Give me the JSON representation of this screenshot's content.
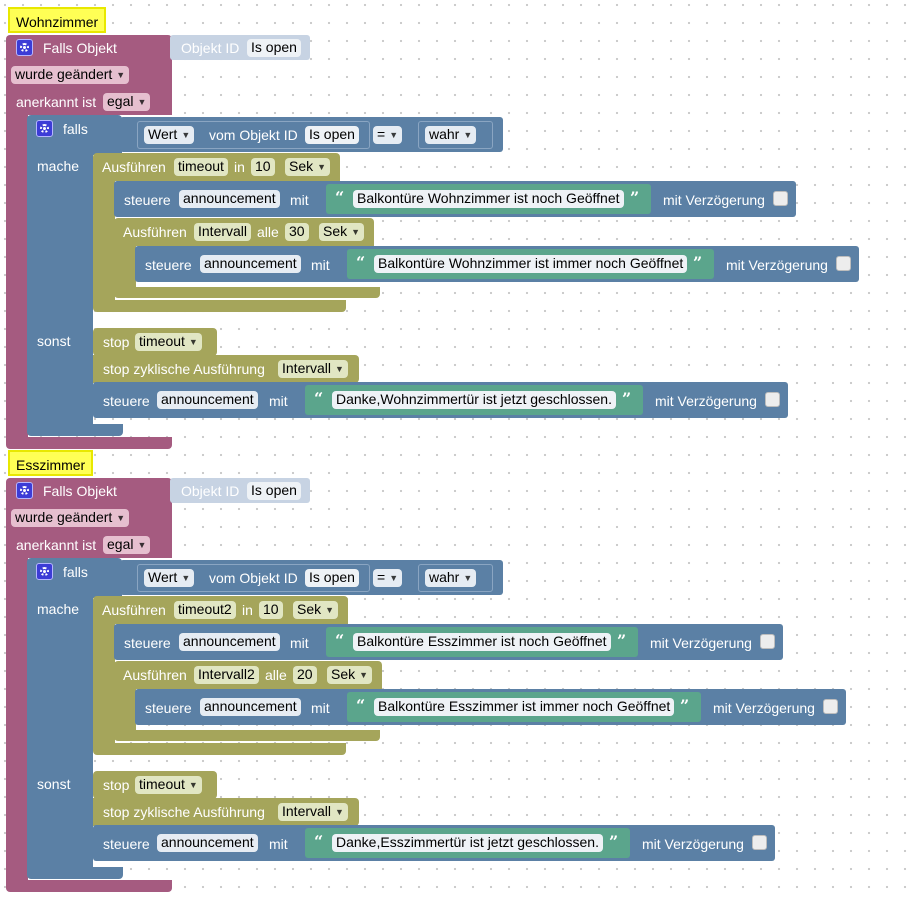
{
  "colors": {
    "event": "#a55b80",
    "logic": "#5b80a5",
    "timer": "#a5a55b",
    "text": "#5ba58c",
    "comment": "#ffff55"
  },
  "groups": [
    {
      "label": "Wohnzimmer",
      "falls_objekt": "Falls Objekt",
      "objekt_id_label": "Objekt ID",
      "objekt_id_value": "Is open",
      "wurde_geaendert": "wurde geändert",
      "anerkannt_ist": "anerkannt ist",
      "anerkannt_value": "egal",
      "falls": "falls",
      "mache": "mache",
      "sonst": "sonst",
      "cond": {
        "wert": "Wert",
        "vom_objekt_id": "vom Objekt ID",
        "obj": "Is open",
        "op": "=",
        "value": "wahr"
      },
      "timeout": {
        "ausfuehren": "Ausführen",
        "name": "timeout",
        "in": "in",
        "value": "10",
        "unit": "Sek"
      },
      "say1": {
        "steuere": "steuere",
        "target": "announcement",
        "mit": "mit",
        "text": "Balkontüre Wohnzimmer ist noch Geöffnet",
        "delay": "mit Verzögerung"
      },
      "interval": {
        "ausfuehren": "Ausführen",
        "name": "Intervall",
        "alle": "alle",
        "value": "30",
        "unit": "Sek"
      },
      "say2": {
        "steuere": "steuere",
        "target": "announcement",
        "mit": "mit",
        "text": "Balkontüre Wohnzimmer ist immer noch Geöffnet",
        "delay": "mit Verzögerung"
      },
      "stop": {
        "label": "stop",
        "name": "timeout"
      },
      "stop_cyclic": {
        "label": "stop zyklische Ausführung",
        "name": "Intervall"
      },
      "say3": {
        "steuere": "steuere",
        "target": "announcement",
        "mit": "mit",
        "text": "Danke,Wohnzimmertür ist jetzt geschlossen.",
        "delay": "mit Verzögerung"
      }
    },
    {
      "label": "Esszimmer",
      "falls_objekt": "Falls Objekt",
      "objekt_id_label": "Objekt ID",
      "objekt_id_value": "Is open",
      "wurde_geaendert": "wurde geändert",
      "anerkannt_ist": "anerkannt ist",
      "anerkannt_value": "egal",
      "falls": "falls",
      "mache": "mache",
      "sonst": "sonst",
      "cond": {
        "wert": "Wert",
        "vom_objekt_id": "vom Objekt ID",
        "obj": "Is open",
        "op": "=",
        "value": "wahr"
      },
      "timeout": {
        "ausfuehren": "Ausführen",
        "name": "timeout2",
        "in": "in",
        "value": "10",
        "unit": "Sek"
      },
      "say1": {
        "steuere": "steuere",
        "target": "announcement",
        "mit": "mit",
        "text": "Balkontüre Esszimmer ist noch Geöffnet",
        "delay": "mit Verzögerung"
      },
      "interval": {
        "ausfuehren": "Ausführen",
        "name": "Intervall2",
        "alle": "alle",
        "value": "20",
        "unit": "Sek"
      },
      "say2": {
        "steuere": "steuere",
        "target": "announcement",
        "mit": "mit",
        "text": "Balkontüre Esszimmer ist immer noch Geöffnet",
        "delay": "mit Verzögerung"
      },
      "stop": {
        "label": "stop",
        "name": "timeout"
      },
      "stop_cyclic": {
        "label": "stop zyklische Ausführung",
        "name": "Intervall"
      },
      "say3": {
        "steuere": "steuere",
        "target": "announcement",
        "mit": "mit",
        "text": "Danke,Esszimmertür ist jetzt geschlossen.",
        "delay": "mit Verzögerung"
      }
    }
  ]
}
